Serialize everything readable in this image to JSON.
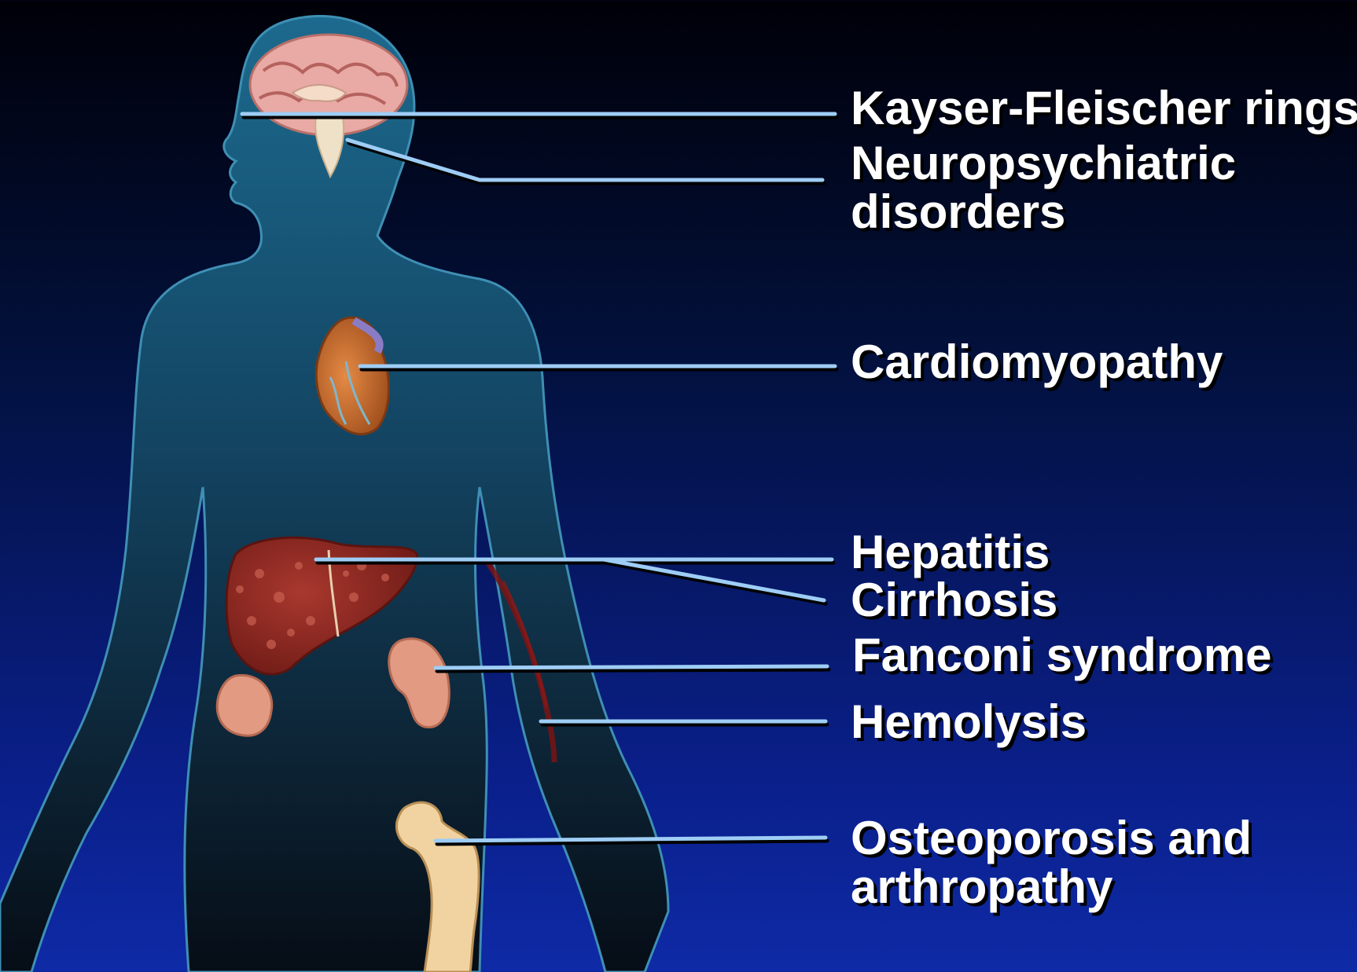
{
  "colors": {
    "leader_line": "#9ecdf5",
    "silhouette": "#175476",
    "brain": "#e9a9a4",
    "heart": "#d4753a",
    "liver": "#8e2a22",
    "kidney": "#e29a83",
    "bone": "#f0d3a0",
    "vessel": "#7a1414"
  },
  "labels": {
    "kayser": "Kayser-Fleischer rings",
    "neuro_line1": "Neuropsychiatric",
    "neuro_line2": "disorders",
    "cardio": "Cardiomyopathy",
    "hepatitis": "Hepatitis",
    "cirrhosis": "Cirrhosis",
    "fanconi": "Fanconi syndrome",
    "hemolysis": "Hemolysis",
    "osteo_line1": "Osteoporosis and",
    "osteo_line2": "arthropathy"
  },
  "organs": [
    "brain-icon",
    "heart-icon",
    "liver-icon",
    "kidney-icon",
    "blood-vessel-icon",
    "femur-bone-icon"
  ]
}
